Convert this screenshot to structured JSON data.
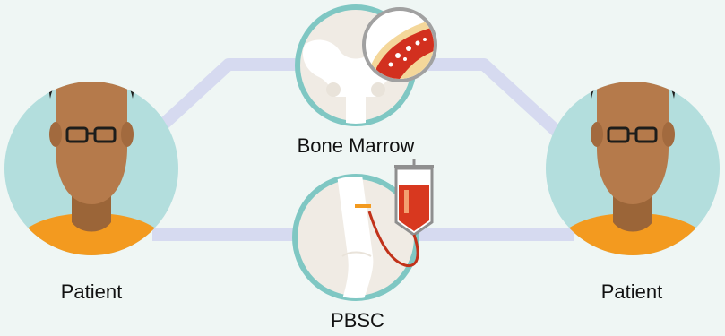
{
  "labels": {
    "patient_left": "Patient",
    "patient_right": "Patient",
    "bone_marrow": "Bone Marrow",
    "pbsc": "PBSC"
  },
  "icons": {
    "patient_left": "patient-avatar-icon",
    "patient_right": "patient-avatar-icon",
    "bone_marrow": "pelvis-bone-icon",
    "bone_marrow_detail": "marrow-cross-section-icon",
    "pbsc": "arm-iv-bag-icon"
  },
  "colors": {
    "background": "#eff6f4",
    "circle_fill": "#b3dedd",
    "connector": "#d6daf0",
    "skin": "#b57a4b",
    "hair": "#1d1d1b",
    "shirt": "#f39a1f",
    "marrow_red": "#d2301f",
    "bag_blood": "#d8381f"
  }
}
